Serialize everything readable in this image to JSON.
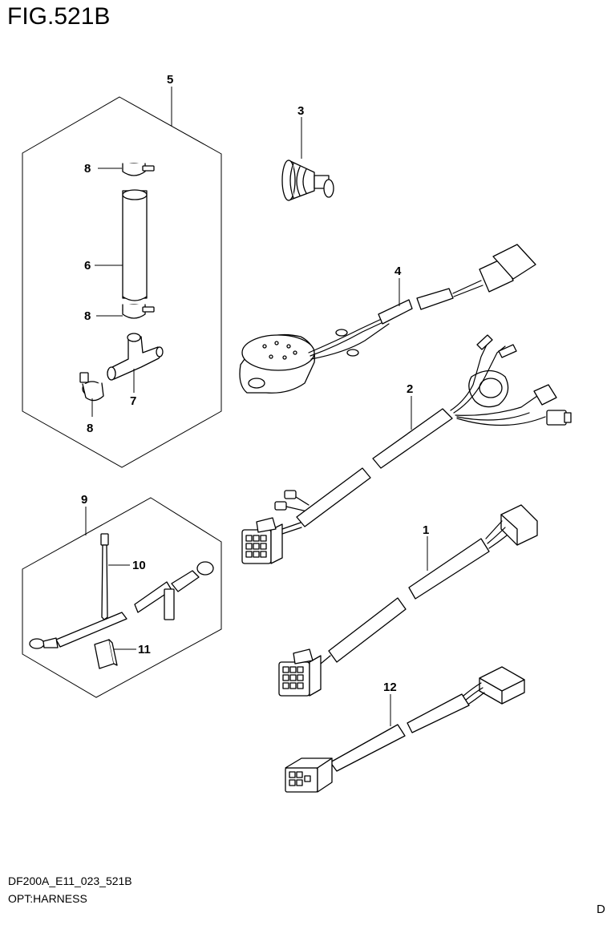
{
  "figure": {
    "title": "FIG.521B",
    "code": "DF200A_E11_023_521B",
    "name": "OPT:HARNESS",
    "page_letter": "D"
  },
  "callouts": {
    "c1": "1",
    "c2": "2",
    "c3": "3",
    "c4": "4",
    "c5": "5",
    "c6": "6",
    "c7": "7",
    "c8a": "8",
    "c8b": "8",
    "c8c": "8",
    "c9": "9",
    "c10": "10",
    "c11": "11",
    "c12": "12"
  }
}
